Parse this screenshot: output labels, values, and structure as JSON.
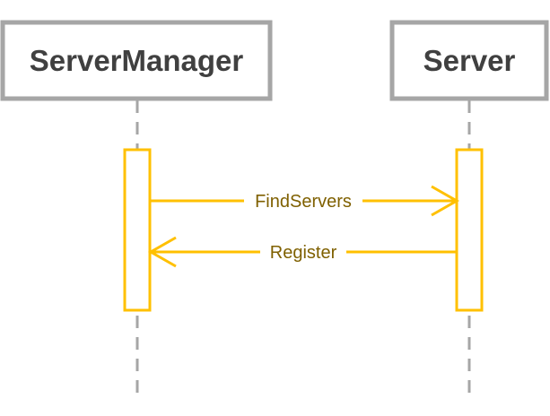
{
  "colors": {
    "box_border": "#a6a6a6",
    "box_text": "#404040",
    "lifeline": "#a6a6a6",
    "activation": "#ffc000",
    "message_line": "#ffc000",
    "message_text": "#7f6000",
    "background": "#ffffff"
  },
  "participants": [
    {
      "name": "ServerManager"
    },
    {
      "name": "Server"
    }
  ],
  "messages": [
    {
      "label": "FindServers",
      "from": "ServerManager",
      "to": "Server",
      "arrow_icon": "open-arrowhead-right"
    },
    {
      "label": "Register",
      "from": "Server",
      "to": "ServerManager",
      "arrow_icon": "open-arrowhead-left"
    }
  ]
}
